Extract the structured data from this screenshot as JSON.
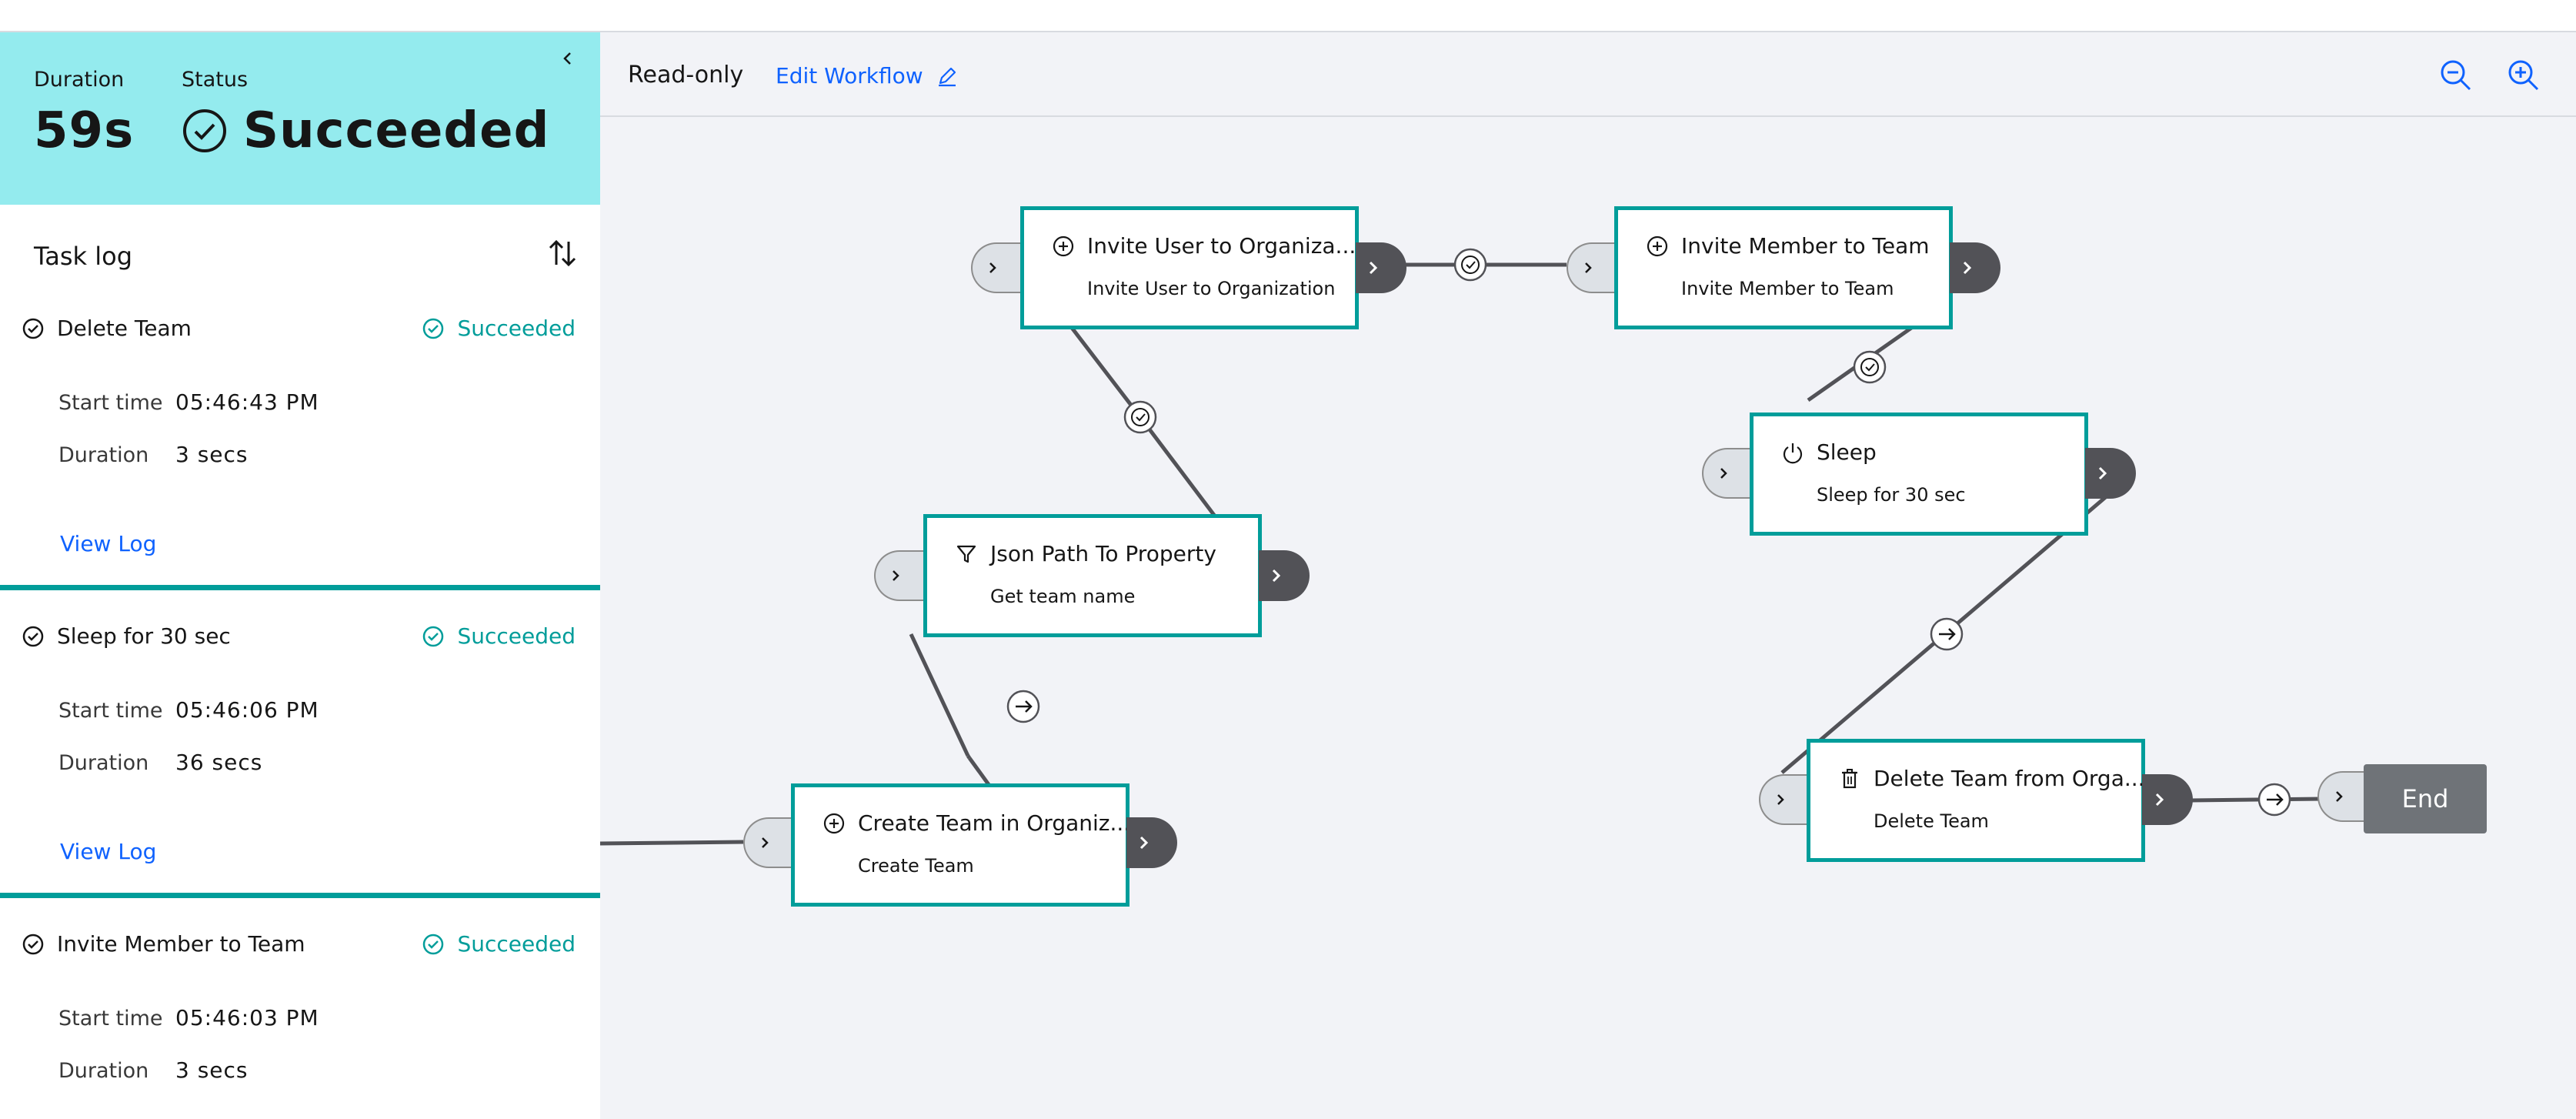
{
  "summary": {
    "duration_label": "Duration",
    "duration_value": "59s",
    "status_label": "Status",
    "status_value": "Succeeded",
    "bg_color": "#94ebee"
  },
  "task_log": {
    "title": "Task log",
    "field_start": "Start time",
    "field_duration": "Duration",
    "view_log": "View Log",
    "tasks": [
      {
        "name": "Delete Team",
        "status": "Succeeded",
        "start_time": "05:46:43 PM",
        "duration": "3 secs"
      },
      {
        "name": "Sleep for 30 sec",
        "status": "Succeeded",
        "start_time": "05:46:06 PM",
        "duration": "36 secs"
      },
      {
        "name": "Invite Member to Team",
        "status": "Succeeded",
        "start_time": "05:46:03 PM",
        "duration": "3 secs"
      }
    ]
  },
  "toolbar": {
    "mode": "Read-only",
    "edit_label": "Edit Workflow",
    "zoom_out_icon": "zoom-out-icon",
    "zoom_in_icon": "zoom-in-icon"
  },
  "flow": {
    "nodes": {
      "invite_user": {
        "title": "Invite User to Organiza...",
        "subtitle": "Invite User to Organization",
        "icon": "add-icon"
      },
      "invite_member": {
        "title": "Invite Member to Team",
        "subtitle": "Invite Member to Team",
        "icon": "add-icon"
      },
      "json_path": {
        "title": "Json Path To Property",
        "subtitle": "Get team name",
        "icon": "filter-icon"
      },
      "sleep": {
        "title": "Sleep",
        "subtitle": "Sleep for 30 sec",
        "icon": "power-icon"
      },
      "create_team": {
        "title": "Create Team in Organiz...",
        "subtitle": "Create Team",
        "icon": "add-icon"
      },
      "delete_team": {
        "title": "Delete Team from Orga...",
        "subtitle": "Delete Team",
        "icon": "trash-icon"
      },
      "end": {
        "title": "End"
      }
    }
  },
  "colors": {
    "accent": "#009d9a",
    "link": "#0f62fe",
    "canvas_bg": "#f2f3f7",
    "port_dark": "#525257",
    "end_node": "#6f7378"
  }
}
